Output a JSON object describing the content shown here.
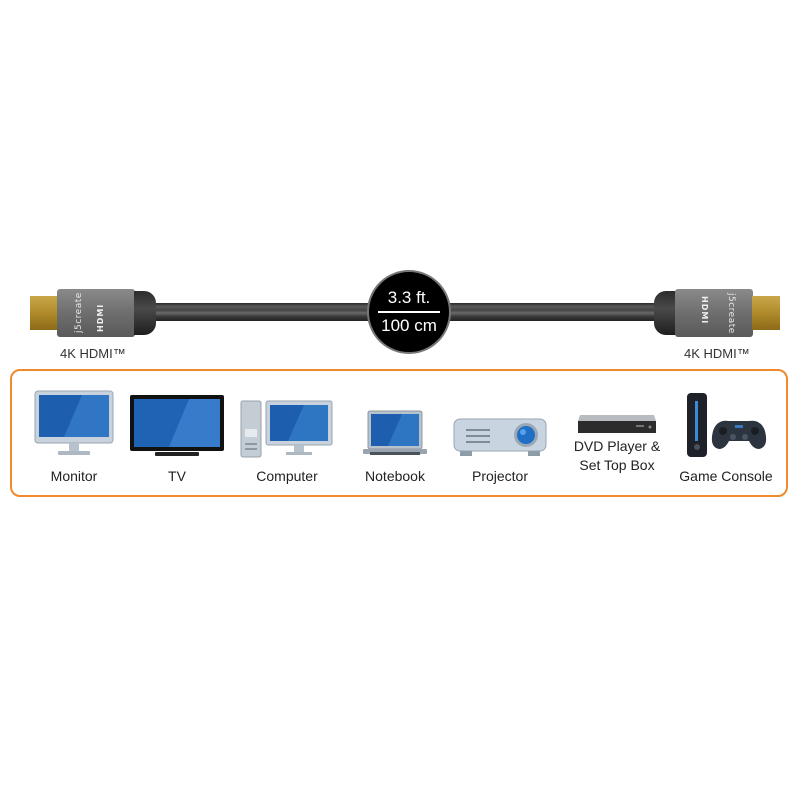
{
  "cable": {
    "left_connector": {
      "brand": "j5create",
      "logo": "HDMI",
      "label": "4K HDMI™"
    },
    "right_connector": {
      "brand": "j5create",
      "logo": "HDMI",
      "label": "4K HDMI™"
    },
    "length_badge": {
      "imperial": "3.3 ft.",
      "metric": "100 cm"
    }
  },
  "devices": {
    "border_color": "#f08a2c",
    "items": [
      {
        "label": "Monitor",
        "icon": "monitor-icon"
      },
      {
        "label": "TV",
        "icon": "tv-icon"
      },
      {
        "label": "Computer",
        "icon": "computer-icon"
      },
      {
        "label": "Notebook",
        "icon": "notebook-icon"
      },
      {
        "label": "Projector",
        "icon": "projector-icon"
      },
      {
        "label_line1": "DVD Player &",
        "label_line2": "Set Top Box",
        "icon": "dvd-player-icon"
      },
      {
        "label": "Game Console",
        "icon": "game-console-icon"
      }
    ]
  }
}
